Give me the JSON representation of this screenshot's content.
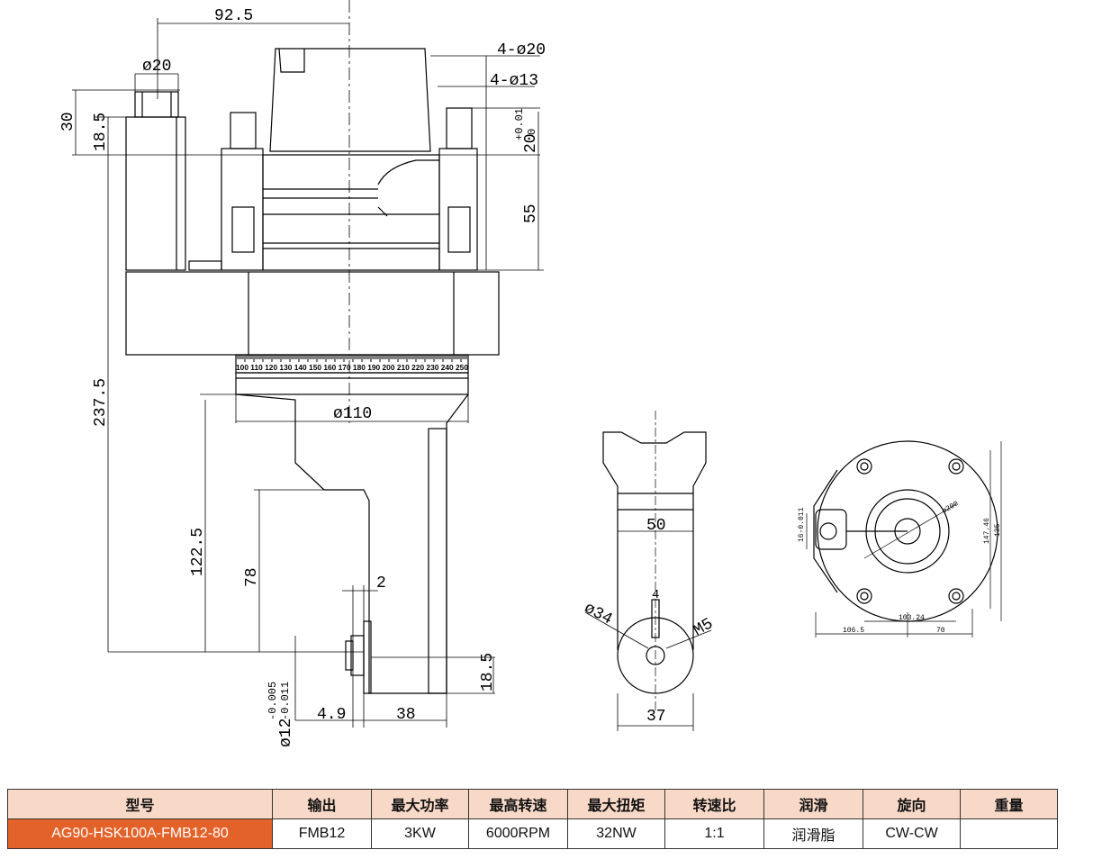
{
  "dimensions": {
    "d_92_5": "92.5",
    "d_phi20": "ø20",
    "d_4phi20": "4-ø20",
    "d_4phi13": "4-ø13",
    "d_30": "30",
    "d_18_5_top": "18.5",
    "d_20_tol_base": "20",
    "d_20_tol_upper": "+0.01",
    "d_20_tol_lower": "0",
    "d_55": "55",
    "d_237_5": "237.5",
    "d_phi110": "ø110",
    "d_122_5": "122.5",
    "d_78": "78",
    "d_2": "2",
    "d_18_5_bottom": "18.5",
    "d_4_9": "4.9",
    "d_38": "38",
    "d_phi12": "ø12",
    "d_phi12_upper": "-0.005",
    "d_phi12_lower": "-0.011",
    "d_50": "50",
    "d_phi34": "ø34",
    "d_m5": "M5",
    "d_4_side": "4",
    "d_37": "37",
    "d_phi200": "ø200",
    "d_147_46": "147.46",
    "d_135": "135",
    "d_106_5": "106.5",
    "d_70": "70",
    "d_103_24": "103.24",
    "d_16_011": "16-0.011",
    "scale_labels": "100 110 120 130 140 150 160 170 180 190 200 210 220 230 240 250"
  },
  "table": {
    "headers": [
      "型号",
      "输出",
      "最大功率",
      "最高转速",
      "最大扭矩",
      "转速比",
      "润滑",
      "旋向",
      "重量"
    ],
    "row": [
      "AG90-HSK100A-FMB12-80",
      "FMB12",
      "3KW",
      "6000RPM",
      "32NW",
      "1:1",
      "润滑脂",
      "CW-CW",
      ""
    ]
  },
  "colors": {
    "header_bg": "#f8d9c8",
    "model_cell_bg": "#e2622a"
  }
}
